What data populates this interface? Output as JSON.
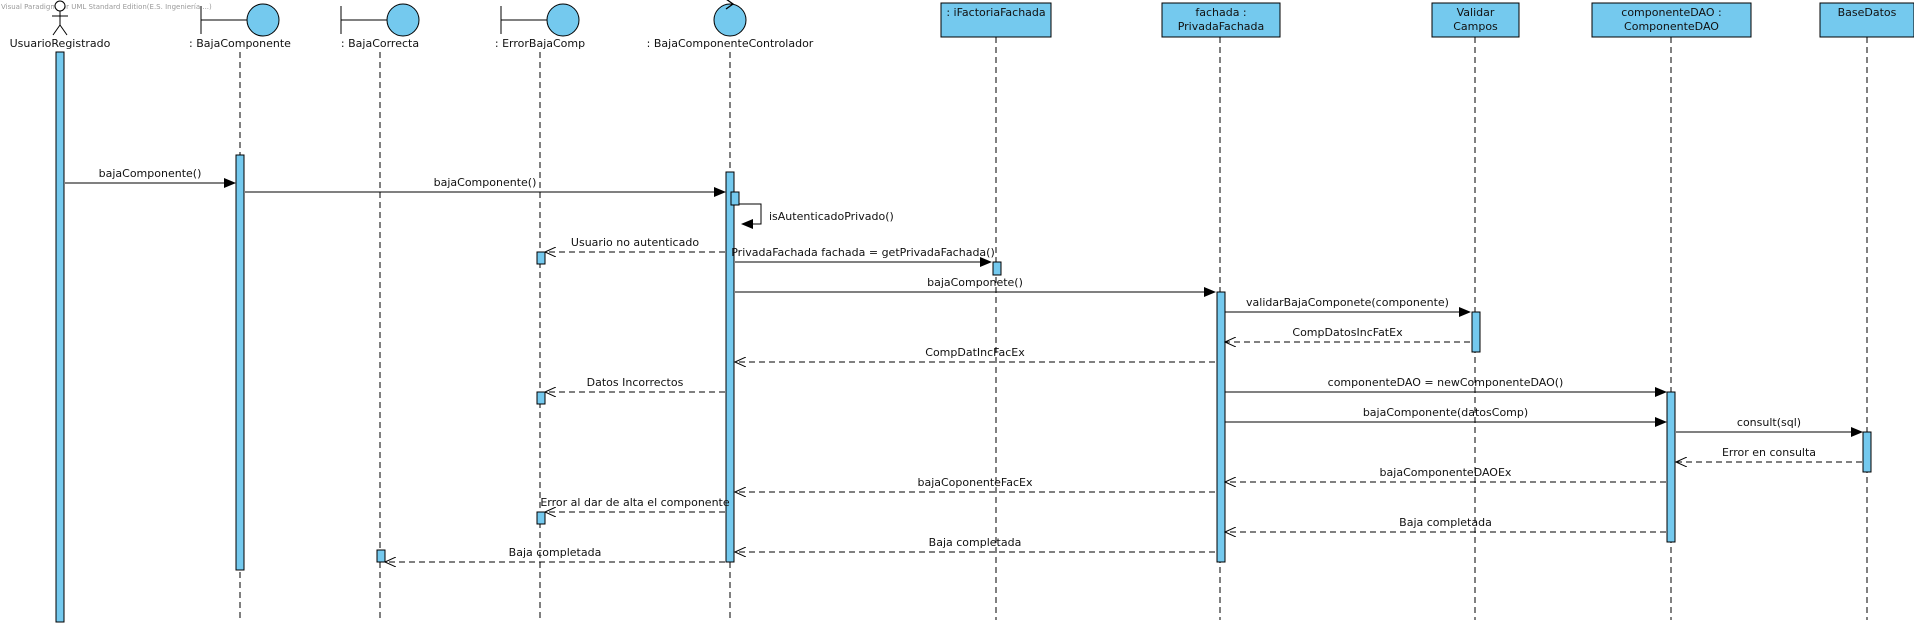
{
  "watermark": "Visual Paradigm for UML Standard Edition(E.S. Ingeniería ...)",
  "colors": {
    "fill": "#74c9ee",
    "stroke": "#000000",
    "background": "#ffffff"
  },
  "lifelines": [
    {
      "id": "usuario",
      "kind": "actor",
      "label": "UsuarioRegistrado"
    },
    {
      "id": "baja_comp",
      "kind": "boundary",
      "label": ": BajaComponente"
    },
    {
      "id": "baja_correcta",
      "kind": "boundary",
      "label": ": BajaCorrecta"
    },
    {
      "id": "error_baja",
      "kind": "boundary",
      "label": ": ErrorBajaComp"
    },
    {
      "id": "controlador",
      "kind": "control",
      "label": ": BajaComponenteControlador"
    },
    {
      "id": "ifactoria",
      "kind": "box",
      "lines": [
        ": iFactoriaFachada"
      ]
    },
    {
      "id": "fachada",
      "kind": "box",
      "lines": [
        "fachada :",
        "PrivadaFachada"
      ]
    },
    {
      "id": "validar",
      "kind": "box",
      "lines": [
        "Validar",
        "Campos"
      ]
    },
    {
      "id": "compdao",
      "kind": "box",
      "lines": [
        "componenteDAO :",
        "ComponenteDAO"
      ]
    },
    {
      "id": "basedatos",
      "kind": "box",
      "lines": [
        "BaseDatos"
      ]
    }
  ],
  "messages": [
    {
      "label": "bajaComponente()",
      "from": "usuario",
      "to": "baja_comp",
      "type": "sync"
    },
    {
      "label": "bajaComponente()",
      "from": "baja_comp",
      "to": "controlador",
      "type": "sync"
    },
    {
      "label": "isAutenticadoPrivado()",
      "from": "controlador",
      "to": "controlador",
      "type": "self"
    },
    {
      "label": "Usuario no autenticado",
      "from": "controlador",
      "to": "error_baja",
      "type": "return"
    },
    {
      "label": "PrivadaFachada fachada = getPrivadaFachada()",
      "from": "controlador",
      "to": "ifactoria",
      "type": "sync"
    },
    {
      "label": "bajaComponete()",
      "from": "controlador",
      "to": "fachada",
      "type": "sync"
    },
    {
      "label": "validarBajaComponete(componente)",
      "from": "fachada",
      "to": "validar",
      "type": "sync"
    },
    {
      "label": "CompDatosIncFatEx",
      "from": "validar",
      "to": "fachada",
      "type": "return"
    },
    {
      "label": "CompDatIncFacEx",
      "from": "fachada",
      "to": "controlador",
      "type": "return"
    },
    {
      "label": "Datos Incorrectos",
      "from": "controlador",
      "to": "error_baja",
      "type": "return"
    },
    {
      "label": "componenteDAO = newComponenteDAO()",
      "from": "fachada",
      "to": "compdao",
      "type": "sync"
    },
    {
      "label": "bajaComponente(datosComp)",
      "from": "fachada",
      "to": "compdao",
      "type": "sync"
    },
    {
      "label": "consult(sql)",
      "from": "compdao",
      "to": "basedatos",
      "type": "sync"
    },
    {
      "label": "Error en consulta",
      "from": "basedatos",
      "to": "compdao",
      "type": "return"
    },
    {
      "label": "bajaComponenteDAOEx",
      "from": "compdao",
      "to": "fachada",
      "type": "return"
    },
    {
      "label": "bajaCoponenteFacEx",
      "from": "fachada",
      "to": "controlador",
      "type": "return"
    },
    {
      "label": "Error al dar de alta el componente",
      "from": "controlador",
      "to": "error_baja",
      "type": "return"
    },
    {
      "label": "Baja completada",
      "from": "compdao",
      "to": "fachada",
      "type": "return"
    },
    {
      "label": "Baja completada",
      "from": "fachada",
      "to": "controlador",
      "type": "return"
    },
    {
      "label": "Baja completada",
      "from": "controlador",
      "to": "baja_correcta",
      "type": "return"
    }
  ]
}
